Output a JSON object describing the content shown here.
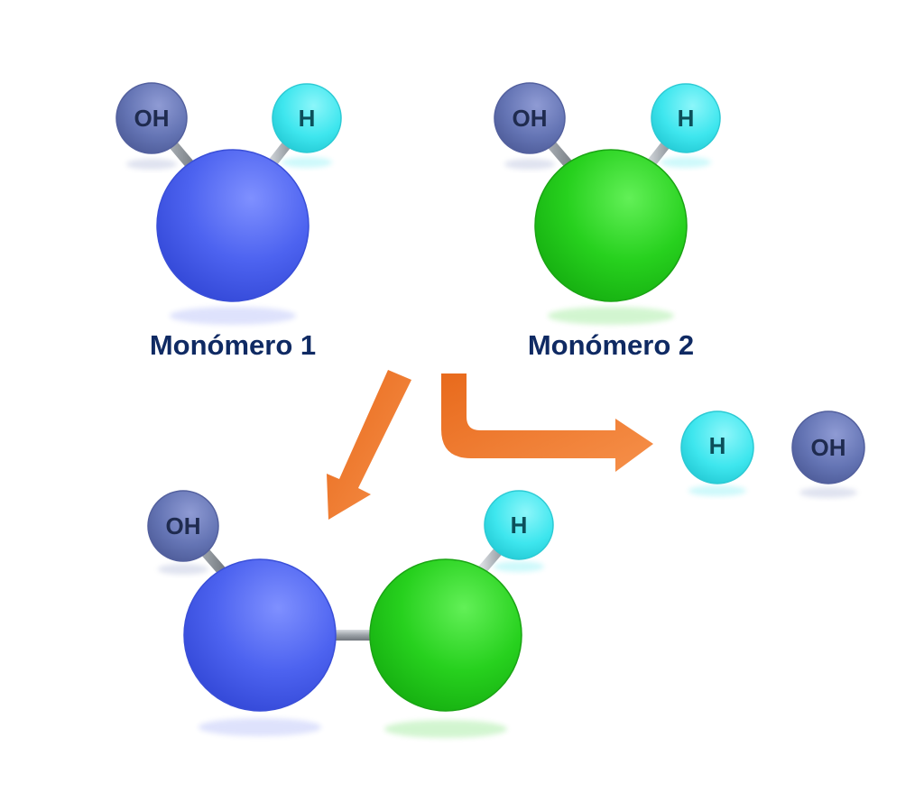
{
  "monomer_1": {
    "caption": "Monómero 1",
    "oh_label": "OH",
    "h_label": "H",
    "color": "#4d63f0"
  },
  "monomer_2": {
    "caption": "Monómero 2",
    "oh_label": "OH",
    "h_label": "H",
    "color": "#27d11e"
  },
  "byproduct": {
    "h_label": "H",
    "oh_label": "OH"
  },
  "dimer": {
    "oh_label": "OH",
    "h_label": "H"
  },
  "colors": {
    "oh": "#6474b4",
    "h": "#3ee6ee",
    "arrow": "#ef7a2a",
    "bond": "#9aa0a6",
    "caption": "#0f2a63"
  }
}
